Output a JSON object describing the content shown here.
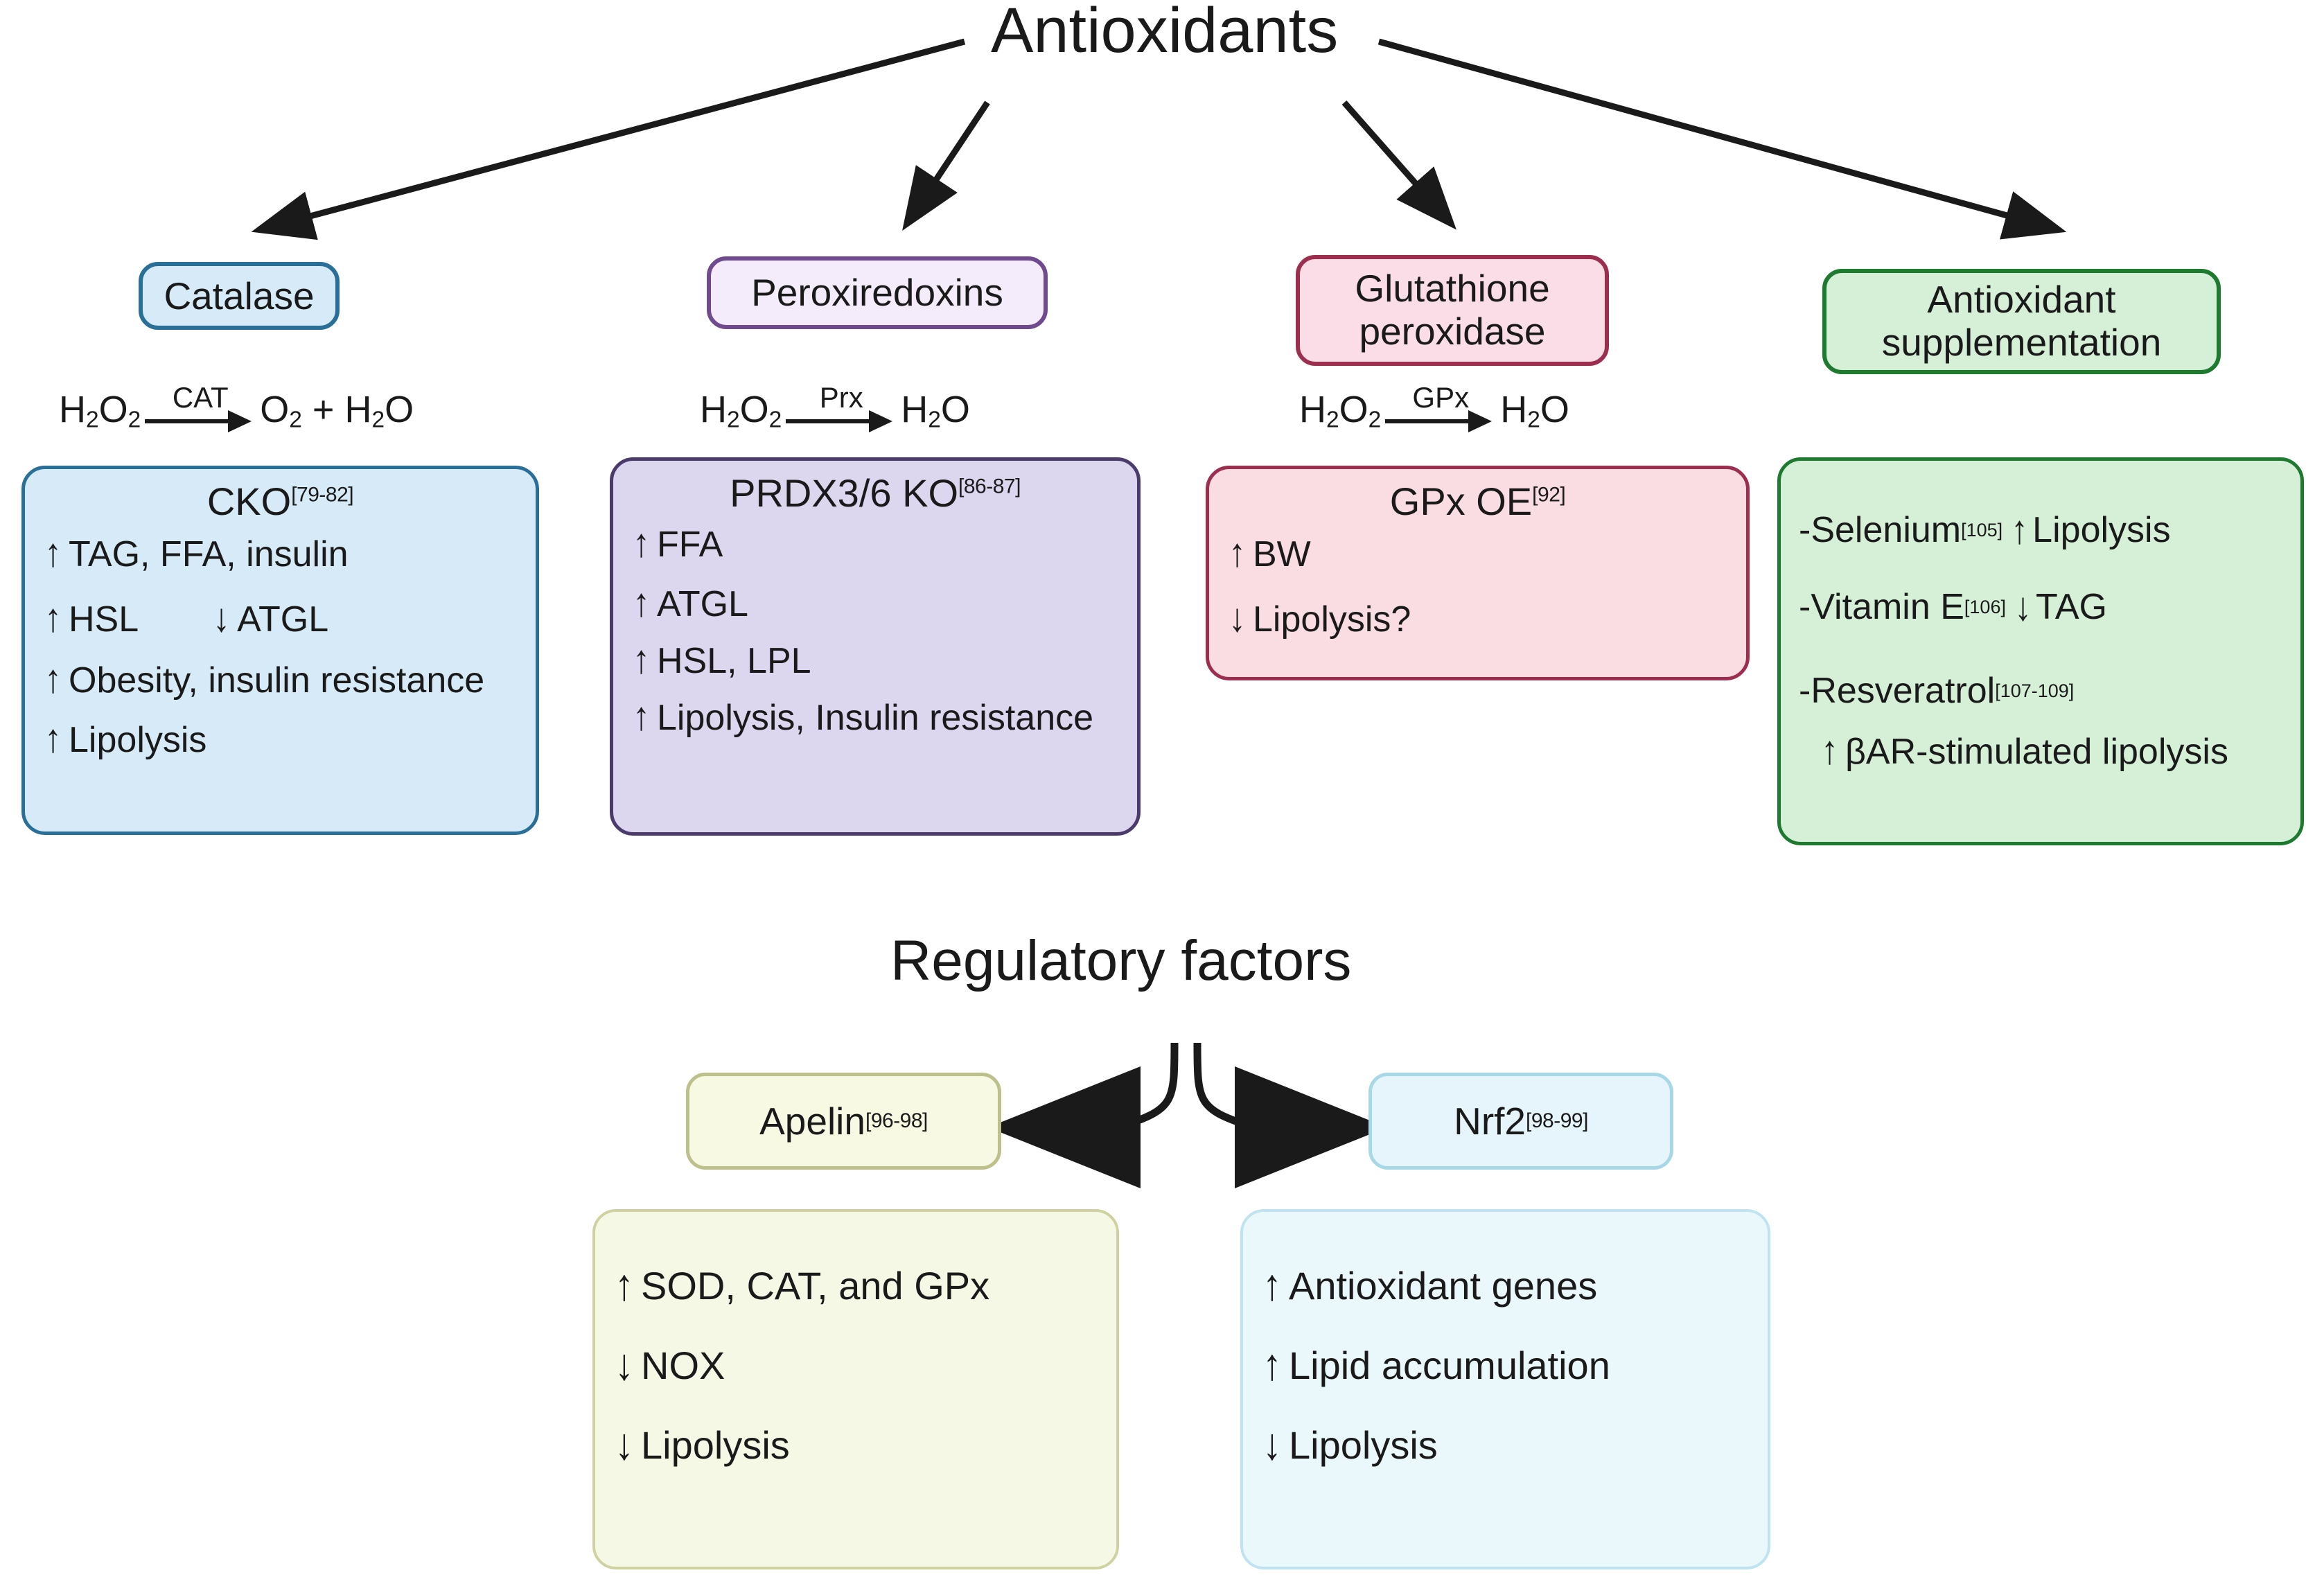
{
  "figure": {
    "top_title": "Antioxidants",
    "section_title": "Regulatory factors"
  },
  "colors": {
    "blue_border": "#2a6f97",
    "blue_fill": "#d6eaf8",
    "purple_border": "#4b3b6b",
    "purple_fill": "#dcd6ee",
    "pink_border": "#9c2f4f",
    "pink_fill": "#fadce3",
    "green_border": "#1d7a2e",
    "green_fill": "#d6f0d8",
    "olive_border": "#cfd2a0",
    "olive_fill": "#f6f8e6",
    "cyan_border": "#bfe3ef",
    "cyan_fill": "#eaf7fb",
    "arrow_black": "#1a1a1a"
  },
  "branches": [
    {
      "pill_label": "Catalase",
      "equation": {
        "substrate_pre": "H",
        "substrate": "H2O2",
        "enzyme": "CAT",
        "product": "O2 + H2O"
      },
      "box_title": "CKO",
      "box_ref": "[79-82]",
      "lines": [
        {
          "dir": "up",
          "text": "TAG, FFA, insulin"
        },
        {
          "dir": "up",
          "text": "HSL",
          "second_dir": "down",
          "second_text": "ATGL"
        },
        {
          "dir": "up",
          "text": "Obesity, insulin resistance"
        },
        {
          "dir": "up",
          "text": "Lipolysis"
        }
      ]
    },
    {
      "pill_label": "Peroxiredoxins",
      "equation": {
        "enzyme": "Prx",
        "product": "H2O"
      },
      "box_title": "PRDX3/6 KO",
      "box_ref": "[86-87]",
      "lines": [
        {
          "dir": "up",
          "text": "FFA"
        },
        {
          "dir": "up",
          "text": "ATGL"
        },
        {
          "dir": "up",
          "text": "HSL, LPL"
        },
        {
          "dir": "up",
          "text": "Lipolysis, Insulin resistance"
        }
      ]
    },
    {
      "pill_label_line1": "Glutathione",
      "pill_label_line2": "peroxidase",
      "equation": {
        "enzyme": "GPx",
        "product": "H2O"
      },
      "box_title": "GPx OE",
      "box_ref": "[92]",
      "lines": [
        {
          "dir": "up",
          "text": "BW"
        },
        {
          "dir": "down",
          "text": "Lipolysis?"
        }
      ]
    },
    {
      "pill_label_line1": "Antioxidant",
      "pill_label_line2": "supplementation",
      "supplements": [
        {
          "name": "-Selenium",
          "ref": "[105]",
          "dir": "up",
          "effect": "Lipolysis"
        },
        {
          "name": "-Vitamin E",
          "ref": "[106]",
          "dir": "down",
          "effect": "TAG"
        },
        {
          "name": "-Resveratrol",
          "ref": "[107-109]",
          "dir": "",
          "effect": ""
        },
        {
          "name": "",
          "ref": "",
          "dir": "up",
          "effect": "βAR-stimulated lipolysis"
        }
      ]
    }
  ],
  "regulatory": [
    {
      "pill_label": "Apelin",
      "pill_ref": "[96-98]",
      "lines": [
        {
          "dir": "up",
          "text": "SOD, CAT, and GPx"
        },
        {
          "dir": "down",
          "text": "NOX"
        },
        {
          "dir": "down",
          "text": "Lipolysis"
        }
      ]
    },
    {
      "pill_label": "Nrf2",
      "pill_ref": "[98-99]",
      "lines": [
        {
          "dir": "up",
          "text": "Antioxidant genes"
        },
        {
          "dir": "up",
          "text": "Lipid accumulation"
        },
        {
          "dir": "down",
          "text": "Lipolysis"
        }
      ]
    }
  ],
  "glyphs": {
    "up_arrow": "↑",
    "down_arrow": "↓"
  }
}
